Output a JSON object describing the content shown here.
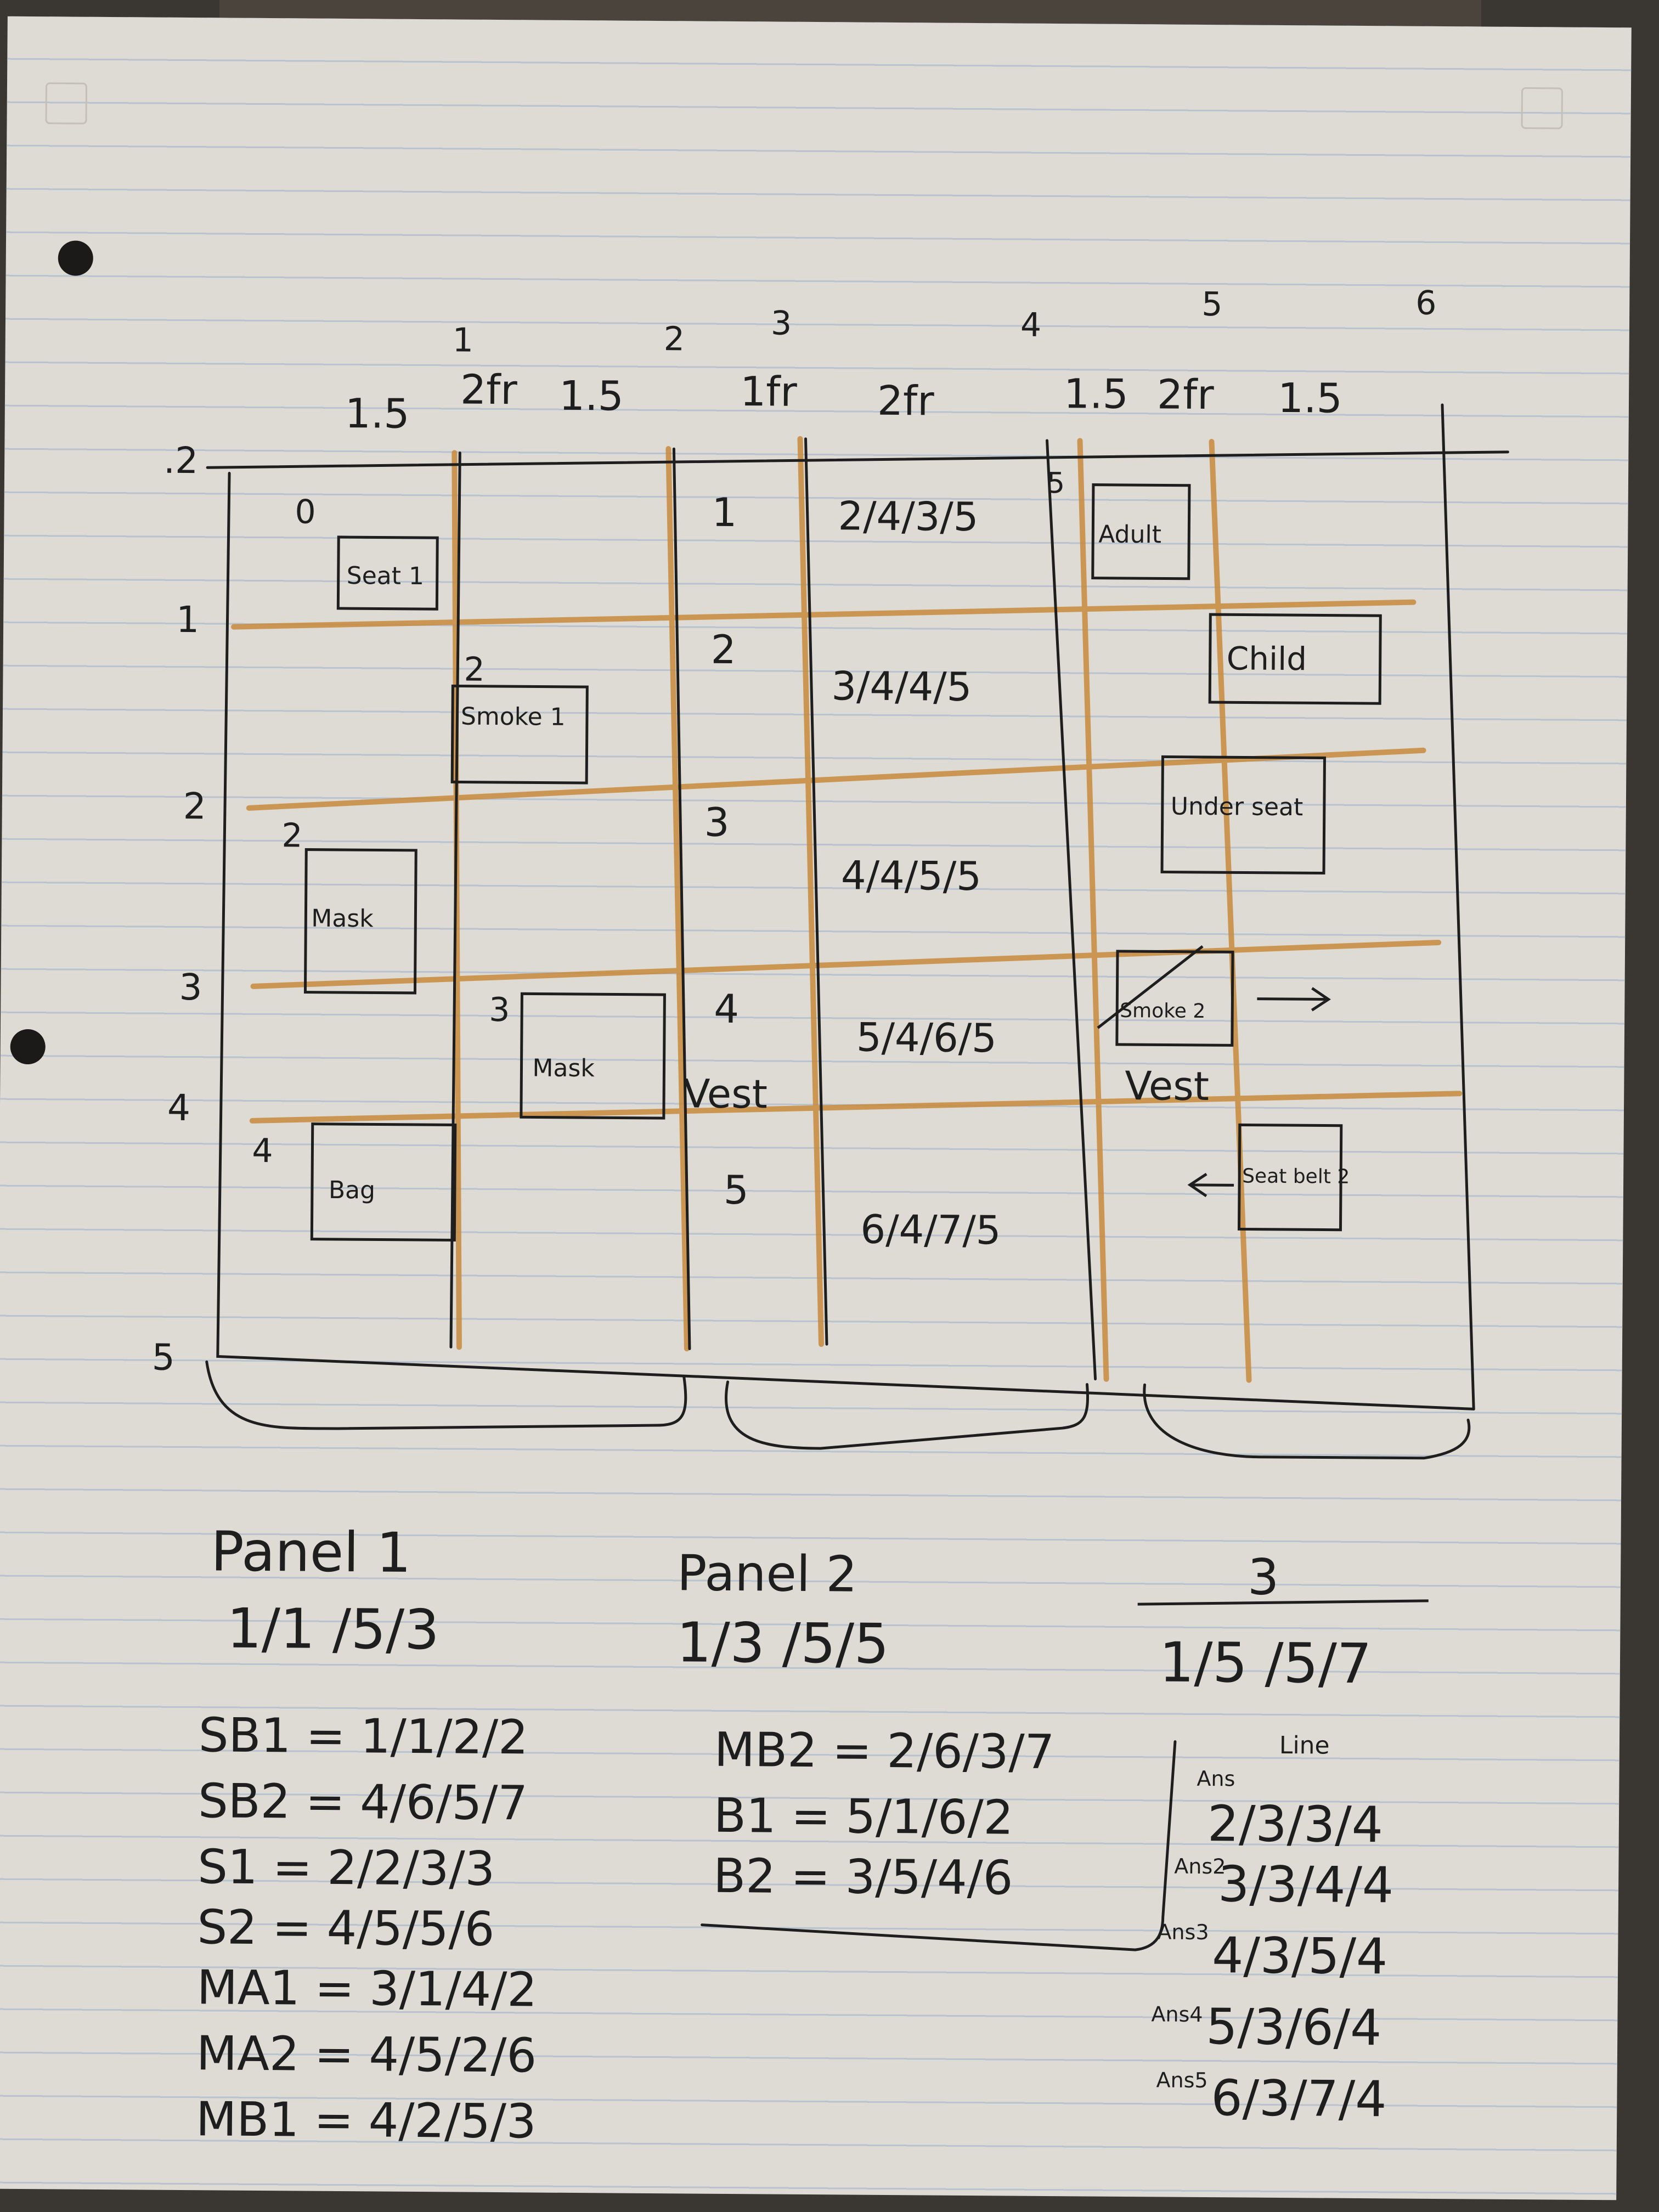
{
  "grid": {
    "col_headings": [
      "1.5",
      "2fr",
      "1.5",
      "1fr",
      "2fr",
      "1.5",
      "2fr",
      "1.5"
    ],
    "col_line_numbers": [
      "1",
      "2",
      "3",
      "4",
      "5",
      "6"
    ],
    "row_line_numbers": [
      ".2",
      "1",
      "2",
      "3",
      "4",
      "5"
    ],
    "area_numbers": [
      "0",
      "2",
      "2",
      "3",
      "4"
    ],
    "center_column": {
      "numbers": [
        "1",
        "2",
        "3",
        "4",
        "5"
      ],
      "areas": [
        "2/4/3/5",
        "3/4/4/5",
        "4/4/5/5",
        "5/4/6/5",
        "6/4/7/5"
      ]
    },
    "boxes": {
      "seat": "Seat 1",
      "smoke": "Smoke 1",
      "mask_left": "Mask",
      "mask_mid": "Mask",
      "bag": "Bag",
      "adult": "Adult",
      "child": "Child",
      "under_seat": "Under seat",
      "seatbelt": "Seat belt 2",
      "smoke2": "Smoke 2"
    },
    "labels": {
      "vest_center": "Vest",
      "vest_right": "Vest",
      "five_marker": "5"
    }
  },
  "panels": {
    "p1_title": "Panel 1",
    "p1_value": "1/1 /5/3",
    "p2_title": "Panel 2",
    "p2_value": "1/3 /5/5",
    "p3_title": "3",
    "p3_value": "1/5 /5/7"
  },
  "assignments": {
    "left": [
      "SB1 = 1/1/2/2",
      "SB2 = 4/6/5/7",
      "S1 = 2/2/3/3",
      "S2 = 4/5/5/6",
      "MA1 = 3/1/4/2",
      "MA2 = 4/5/2/6",
      "MB1 = 4/2/5/3"
    ],
    "middle": [
      "MB2 = 2/6/3/7",
      "B1 = 5/1/6/2",
      "B2 = 3/5/4/6"
    ],
    "right_title": "Line",
    "right_labels": [
      "Ans",
      "Ans2",
      "Ans3",
      "Ans4",
      "Ans5"
    ],
    "right_values": [
      "2/3/3/4",
      "3/3/4/4",
      "4/3/5/4",
      "5/3/6/4",
      "6/3/7/4"
    ]
  },
  "colors": {
    "ink": "#1e1e1e",
    "orange_pencil": "#c88a3c",
    "paper": "#dedbd4",
    "rule": "#b9c3cf"
  }
}
